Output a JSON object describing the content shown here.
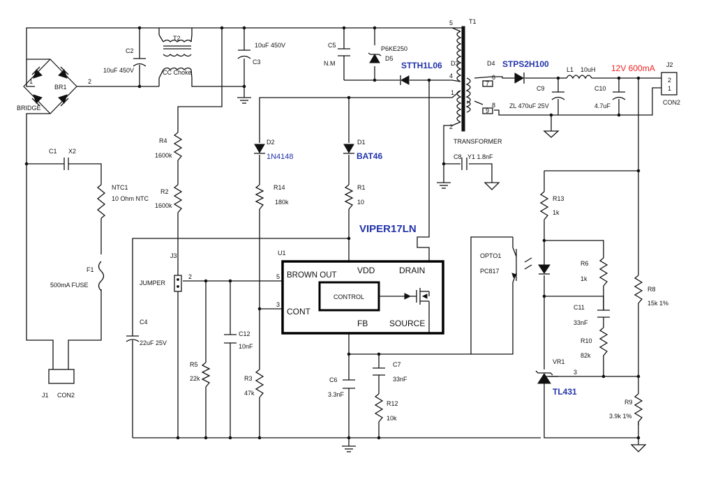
{
  "labels": {
    "br1": "BR1",
    "bridge": "BRIDGE",
    "pin1": "1",
    "pin2": "2",
    "c1": "C1",
    "x2": "X2",
    "c2": "C2",
    "c2v": "10uF 450V",
    "t2": "T2",
    "ccchoke": "CC Choke",
    "c3": "C3",
    "c3v": "10uF 450V",
    "c5": "C5",
    "nm": "N.M",
    "d5": "D5",
    "p6ke": "P6KE250",
    "d3": "D3",
    "stth": "STTH1L06",
    "t1": "T1",
    "transformer": "TRANSFORMER",
    "d4": "D4",
    "stps": "STPS2H100",
    "l1": "L1",
    "l1v": "10uH",
    "out": "12V 600mA",
    "j2": "J2",
    "con2b": "CON2",
    "c9": "C9",
    "c9v": "ZL 470uF 25V",
    "c10": "C10",
    "c10v": "4.7uF",
    "c8": "C8",
    "y1": "Y1 1.8nF",
    "ntc1": "NTC1",
    "ntcv": "10 Ohm NTC",
    "f1": "F1",
    "fuse": "500mA FUSE",
    "j1": "J1",
    "con2a": "CON2",
    "r4": "R4",
    "r4v": "1600k",
    "r2": "R2",
    "r2v": "1600k",
    "d2": "D2",
    "d2v": "1N4148",
    "d1": "D1",
    "d1v": "BAT46",
    "r14": "R14",
    "r14v": "180k",
    "r1": "R1",
    "r1v": "10",
    "viper": "VIPER17LN",
    "u1": "U1",
    "brownout": "BROWN OUT",
    "vdd": "VDD",
    "drain": "DRAIN",
    "control": "CONTROL",
    "cont": "CONT",
    "fb": "FB",
    "source": "SOURCE",
    "j3": "J3",
    "jumper": "JUMPER",
    "jpin2": "2",
    "p5": "5",
    "p3": "3",
    "c4": "C4",
    "c4v": "22uF 25V",
    "c12": "C12",
    "c12v": "10nF",
    "r5": "R5",
    "r5v": "22k",
    "r3": "R3",
    "r3v": "47k",
    "c6": "C6",
    "c6v": "3.3nF",
    "c7": "C7",
    "c7v": "33nF",
    "r12": "R12",
    "r12v": "10k",
    "opto1": "OPTO1",
    "pc817": "PC817",
    "r13": "R13",
    "r13v": "1k",
    "r6": "R6",
    "r6v": "1k",
    "c11": "C11",
    "c11v": "33nF",
    "r10": "R10",
    "r10v": "82k",
    "r8": "R8",
    "r8v": "15k 1%",
    "vr1": "VR1",
    "tl431": "TL431",
    "r9": "R9",
    "r9v": "3.9k 1%",
    "t1p5": "5",
    "t1p4": "4",
    "t1p1": "1",
    "t1p2": "2",
    "t1p6": "6",
    "t1p7": "7",
    "t1p8": "8",
    "t1p9": "9",
    "j2p2": "2",
    "j2p1": "1",
    "vrp3": "3"
  }
}
